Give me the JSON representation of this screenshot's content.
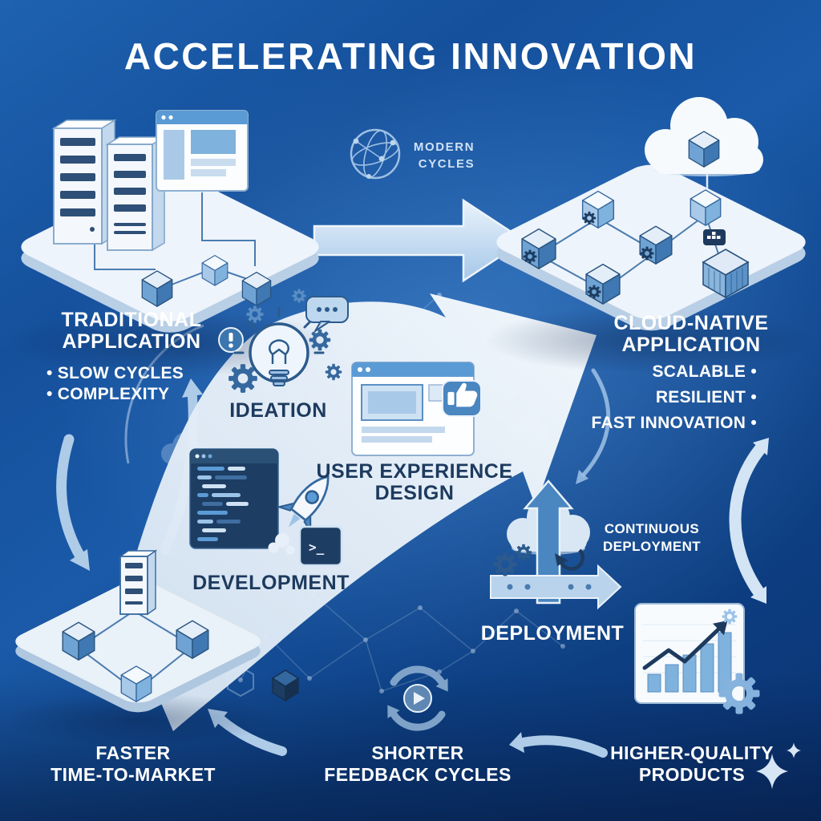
{
  "title": "ACCELERATING INNOVATION",
  "modern_cycles": {
    "line1": "MODERN",
    "line2": "CYCLES"
  },
  "traditional": {
    "title_line1": "TRADITIONAL",
    "title_line2": "APPLICATION",
    "bullets": [
      "SLOW CYCLES",
      "COMPLEXITY"
    ]
  },
  "cloud_native": {
    "title_line1": "CLOUD-NATIVE",
    "title_line2": "APPLICATION",
    "bullets": [
      "SCALABLE",
      "RESILIENT",
      "FAST INNOVATION"
    ]
  },
  "stages": {
    "ideation": "IDEATION",
    "ux_line1": "USER EXPERIENCE",
    "ux_line2": "DESIGN",
    "development": "DEVELOPMENT",
    "deployment": "DEPLOYMENT",
    "continuous_line1": "CONTINUOUS",
    "continuous_line2": "DEPLOYMENT"
  },
  "outcomes": {
    "faster_line1": "FASTER",
    "faster_line2": "TIME-TO-MARKET",
    "feedback_line1": "SHORTER",
    "feedback_line2": "FEEDBACK CYCLES",
    "quality_line1": "HIGHER-QUALITY",
    "quality_line2": "PRODUCTS"
  },
  "icons": {
    "terminal_prompt": ">_"
  },
  "colors": {
    "background_top": "#1b5caa",
    "background_deep": "#0c3a78",
    "text_light": "#ffffff",
    "text_dark": "#1d3a5e",
    "accent_mid_blue": "#4a86c0",
    "accent_light_blue": "#9cc3e8",
    "ribbon_light": "#e9f1f9"
  }
}
